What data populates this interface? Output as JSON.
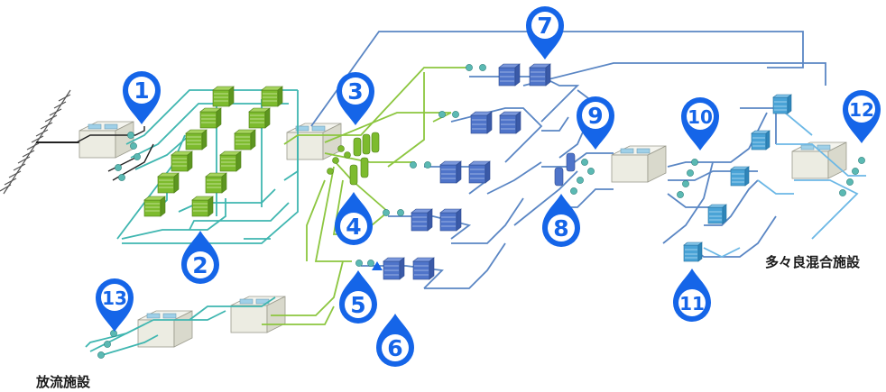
{
  "labels": {
    "discharge": "放流施設",
    "mixing": "多々良混合施設"
  },
  "markers": [
    "1",
    "2",
    "3",
    "4",
    "5",
    "6",
    "7",
    "8",
    "9",
    "10",
    "11",
    "12",
    "13"
  ],
  "colors": {
    "pin": "#1565e8",
    "pin_text": "#1565e8",
    "pipe_teal": "#3fb6b0",
    "pipe_green": "#8cc63f",
    "pipe_blue": "#5a86c4",
    "pipe_light": "#6cb8e6",
    "unit_green": "#7dbb2e",
    "unit_blue": "#4f74c9",
    "unit_lightblue": "#4aa3d6",
    "tank": "#f1f1ea"
  }
}
